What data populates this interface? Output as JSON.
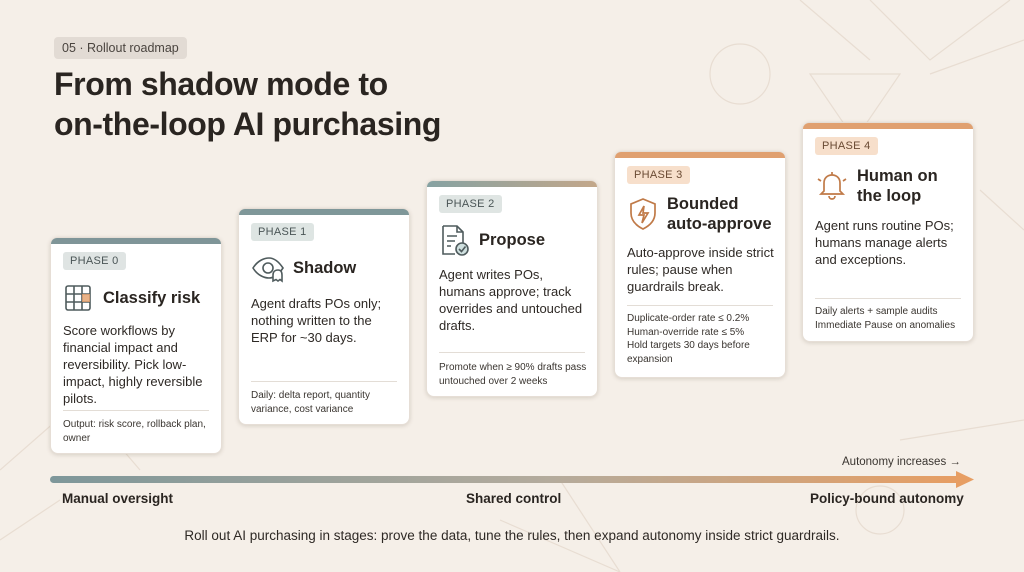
{
  "eyebrow": "05 · Rollout roadmap",
  "title_lines": [
    "From shadow mode to",
    "on-the-loop AI purchasing"
  ],
  "phases": [
    {
      "tag": "PHASE 0",
      "heading": "Classify risk",
      "icon": "grid-table-icon",
      "body": "Score workflows by financial impact and reversibility. Pick low-impact, highly reversible pilots.",
      "note": "Output: risk score, rollback plan, owner"
    },
    {
      "tag": "PHASE 1",
      "heading": "Shadow",
      "icon": "eye-ghost-icon",
      "body": "Agent drafts POs only; nothing written to the ERP for ~30 days.",
      "note": "Daily: delta report, quantity variance, cost variance"
    },
    {
      "tag": "PHASE 2",
      "heading": "Propose",
      "icon": "document-check-icon",
      "body": "Agent writes POs, humans approve; track overrides and untouched drafts.",
      "note": "Promote when ≥ 90% drafts pass untouched over 2 weeks"
    },
    {
      "tag": "PHASE 3",
      "heading": "Bounded auto-approve",
      "icon": "shield-bolt-icon",
      "body": "Auto-approve inside strict rules; pause when guardrails break.",
      "note_lines": [
        "Duplicate-order rate ≤ 0.2%",
        "Human-override rate ≤ 5%",
        "Hold targets 30 days before expansion"
      ]
    },
    {
      "tag": "PHASE 4",
      "heading": "Human on the loop",
      "icon": "bell-alert-icon",
      "body": "Agent runs routine POs; humans manage alerts and exceptions.",
      "note_lines": [
        "Daily alerts + sample audits",
        "Immediate Pause on anomalies"
      ]
    }
  ],
  "axis": {
    "left": "Manual oversight",
    "middle": "Shared control",
    "right": "Policy-bound autonomy",
    "arrow_label": "Autonomy increases →"
  },
  "footer": "Roll out AI purchasing in stages: prove the data, tune the rules, then expand autonomy inside strict guardrails.",
  "colors": {
    "teal": "#7c979b",
    "orange": "#e5a06a",
    "tag_teal": "#dde3e2",
    "tag_orange": "#f8e0cc"
  }
}
